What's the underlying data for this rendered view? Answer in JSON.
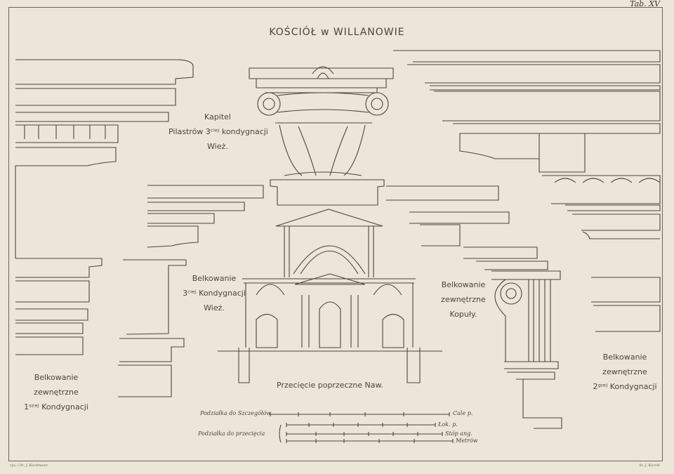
{
  "plate": {
    "number": "Tab. XV",
    "title": "KOŚCIÓŁ w WILLANOWIE",
    "captions": {
      "kapitel": [
        "Kapitel",
        "Pilastrów 3ᶜⁱᵉʲ kondygnacji",
        "Wież."
      ],
      "belk_3": [
        "Belkowanie",
        "3ᶜⁱᵉʲ Kondygnacji",
        "Wież."
      ],
      "belk_kopuly": [
        "Belkowanie",
        "zewnętrzne",
        "Kopuły."
      ],
      "belk_1": [
        "Belkowanie",
        "zewnętrzne",
        "1ˢᶻᵉʲ Kondygnacji"
      ],
      "belk_2": [
        "Belkowanie",
        "zewnętrzne",
        "2ᵍᶦᵉʲ Kondygnacji"
      ],
      "przeciecie": "Przecięcie poprzeczne Naw."
    },
    "scales": {
      "szczegoly_label": "Podziałka do Szczegółów",
      "przeciecia_label": "Podziałka do przecięcia",
      "szczegoly_unit": "Cale p.",
      "przeciecia_units": [
        "Łok. p.",
        "Stóp ang.",
        "Metrów"
      ]
    },
    "imprints": {
      "left": "rys. i lit. J. Kurdmann",
      "right": "lit. J. Kurzik"
    }
  }
}
